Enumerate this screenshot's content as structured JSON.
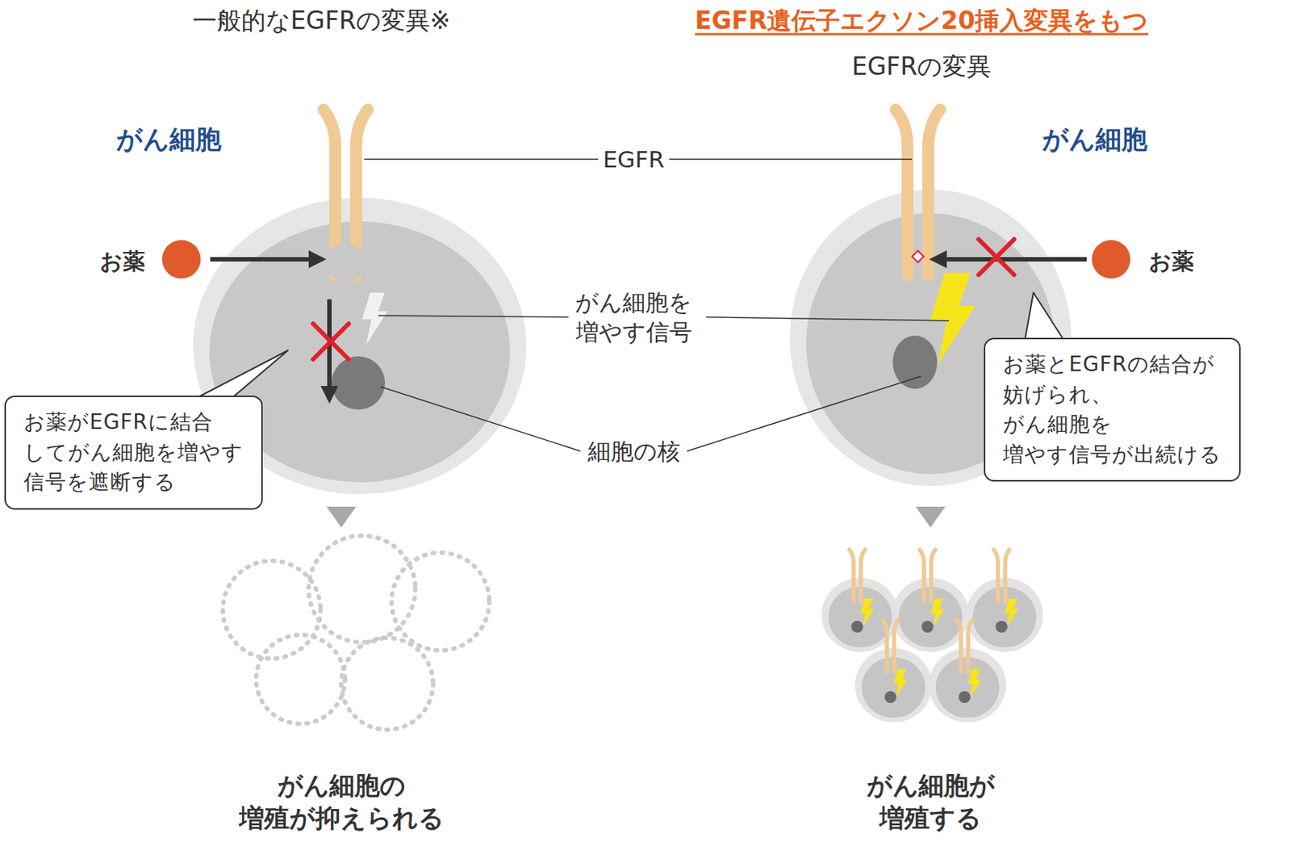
{
  "diagram": {
    "nodes": [
      {
        "text": [
          "お薬がEGFRに結合 してがん細胞を増やす 信号を遮断する"
        ]
      },
      {
        "text": [
          "お薬とEGFRの結合が 妨げられ、がん細胞を 増やす信号が出続ける"
        ]
      }
    ],
    "labels": [
      "一般的なEGFRの変異※",
      "EGFR遺伝子エクソン20挿入変異をもつ",
      "EGFRの変異",
      "がん細胞",
      "がん細胞",
      "EGFR",
      "お薬",
      "お薬",
      "がん細胞を 増やす信号",
      "細胞の核",
      "がん細胞の 増殖が抑えられる",
      "がん細胞が 増殖する"
    ]
  }
}
